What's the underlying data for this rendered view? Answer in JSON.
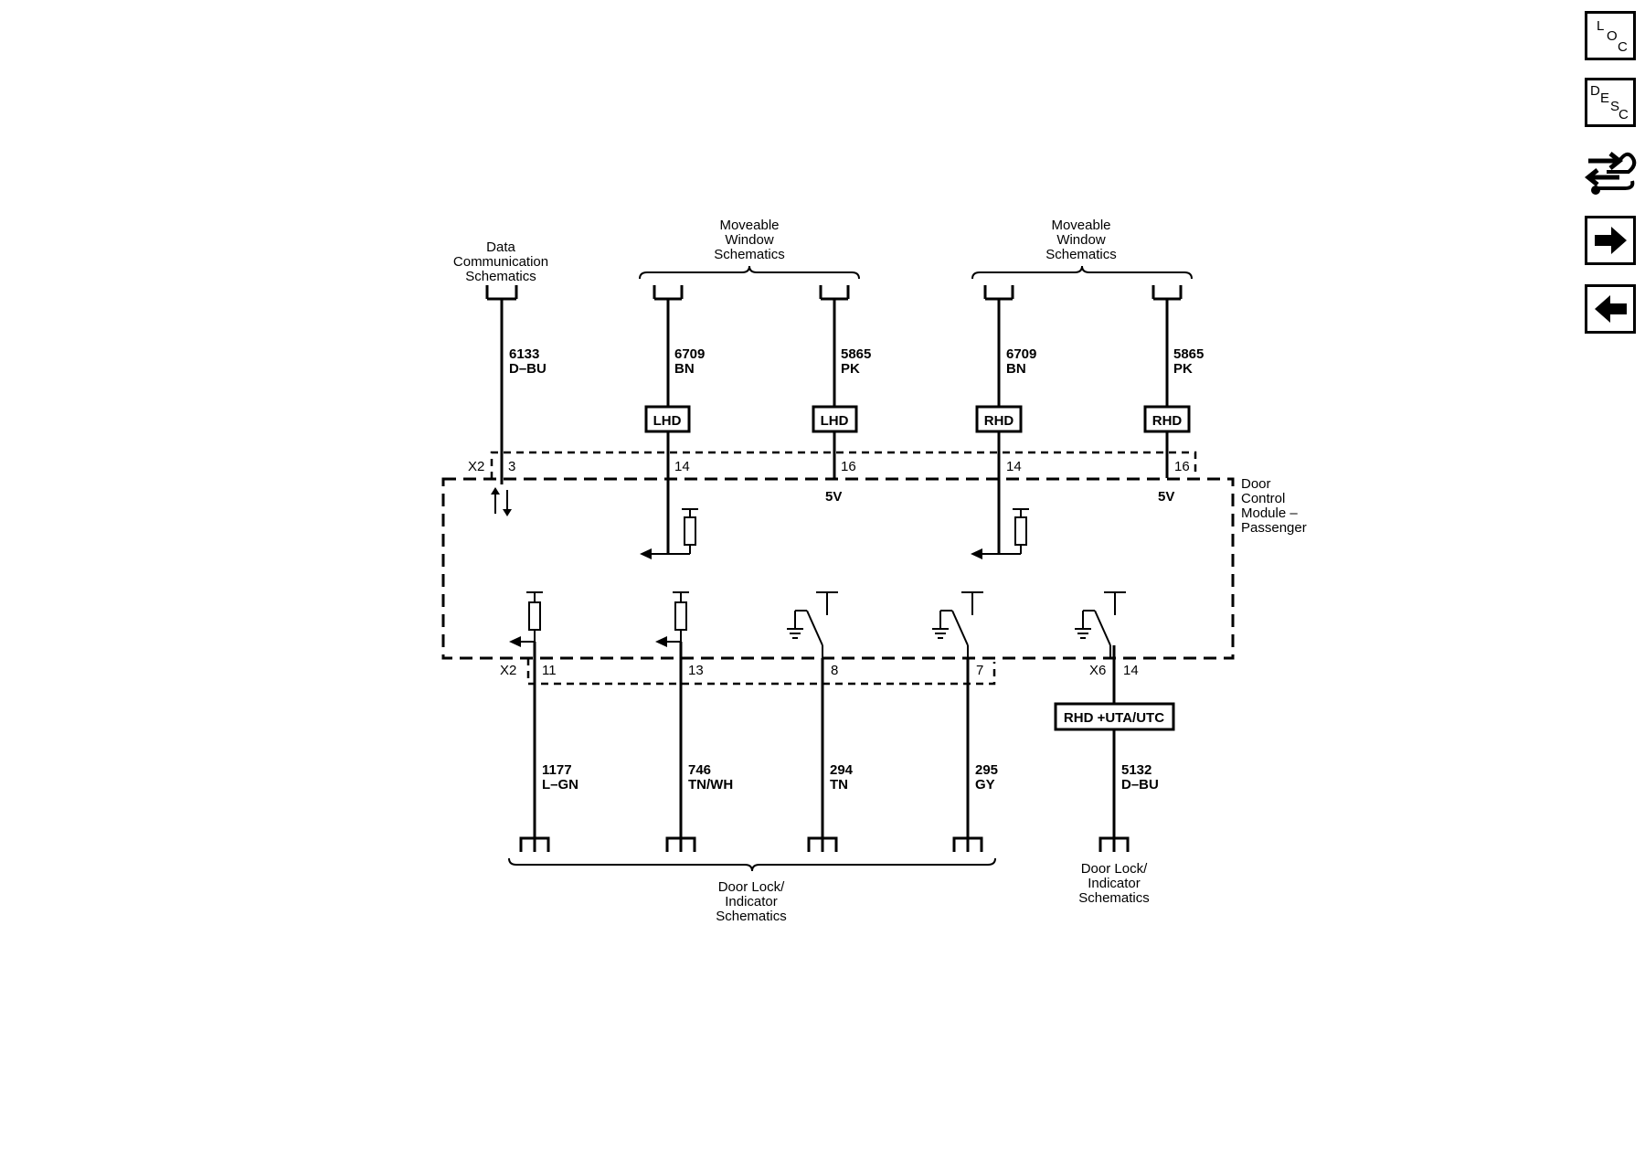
{
  "module": {
    "name_line1": "Door",
    "name_line2": "Control",
    "name_line3": "Module –",
    "name_line4": "Passenger"
  },
  "top_groups": {
    "data_comm": {
      "line1": "Data",
      "line2": "Communication",
      "line3": "Schematics"
    },
    "window_left": {
      "line1": "Moveable",
      "line2": "Window",
      "line3": "Schematics"
    },
    "window_right": {
      "line1": "Moveable",
      "line2": "Window",
      "line3": "Schematics"
    }
  },
  "bottom_groups": {
    "door_lock_left": {
      "line1": "Door Lock/",
      "line2": "Indicator",
      "line3": "Schematics"
    },
    "door_lock_right": {
      "line1": "Door Lock/",
      "line2": "Indicator",
      "line3": "Schematics"
    }
  },
  "top_wires": [
    {
      "circuit": "6133",
      "color": "D–BU",
      "pin": "3"
    },
    {
      "circuit": "6709",
      "color": "BN",
      "pin": "14",
      "option": "LHD"
    },
    {
      "circuit": "5865",
      "color": "PK",
      "pin": "16",
      "option": "LHD",
      "voltage": "5V"
    },
    {
      "circuit": "6709",
      "color": "BN",
      "pin": "14",
      "option": "RHD"
    },
    {
      "circuit": "5865",
      "color": "PK",
      "pin": "16",
      "option": "RHD",
      "voltage": "5V"
    }
  ],
  "bottom_wires": [
    {
      "circuit": "1177",
      "color": "L–GN",
      "pin": "11"
    },
    {
      "circuit": "746",
      "color": "TN/WH",
      "pin": "13"
    },
    {
      "circuit": "294",
      "color": "TN",
      "pin": "8"
    },
    {
      "circuit": "295",
      "color": "GY",
      "pin": "7"
    },
    {
      "circuit": "5132",
      "color": "D–BU",
      "pin": "14",
      "option": "RHD +UTA/UTC"
    }
  ],
  "connectors": {
    "x2_top": "X2",
    "x2_bottom": "X2",
    "x6": "X6"
  },
  "nav": {
    "loc": {
      "l1": "L",
      "l2": "O",
      "l3": "C"
    },
    "desc": {
      "l1": "D",
      "l2": "E",
      "l3": "S",
      "l4": "C"
    },
    "icons": [
      "connector-end-view-icon",
      "right-arrow-icon",
      "left-arrow-icon"
    ]
  }
}
